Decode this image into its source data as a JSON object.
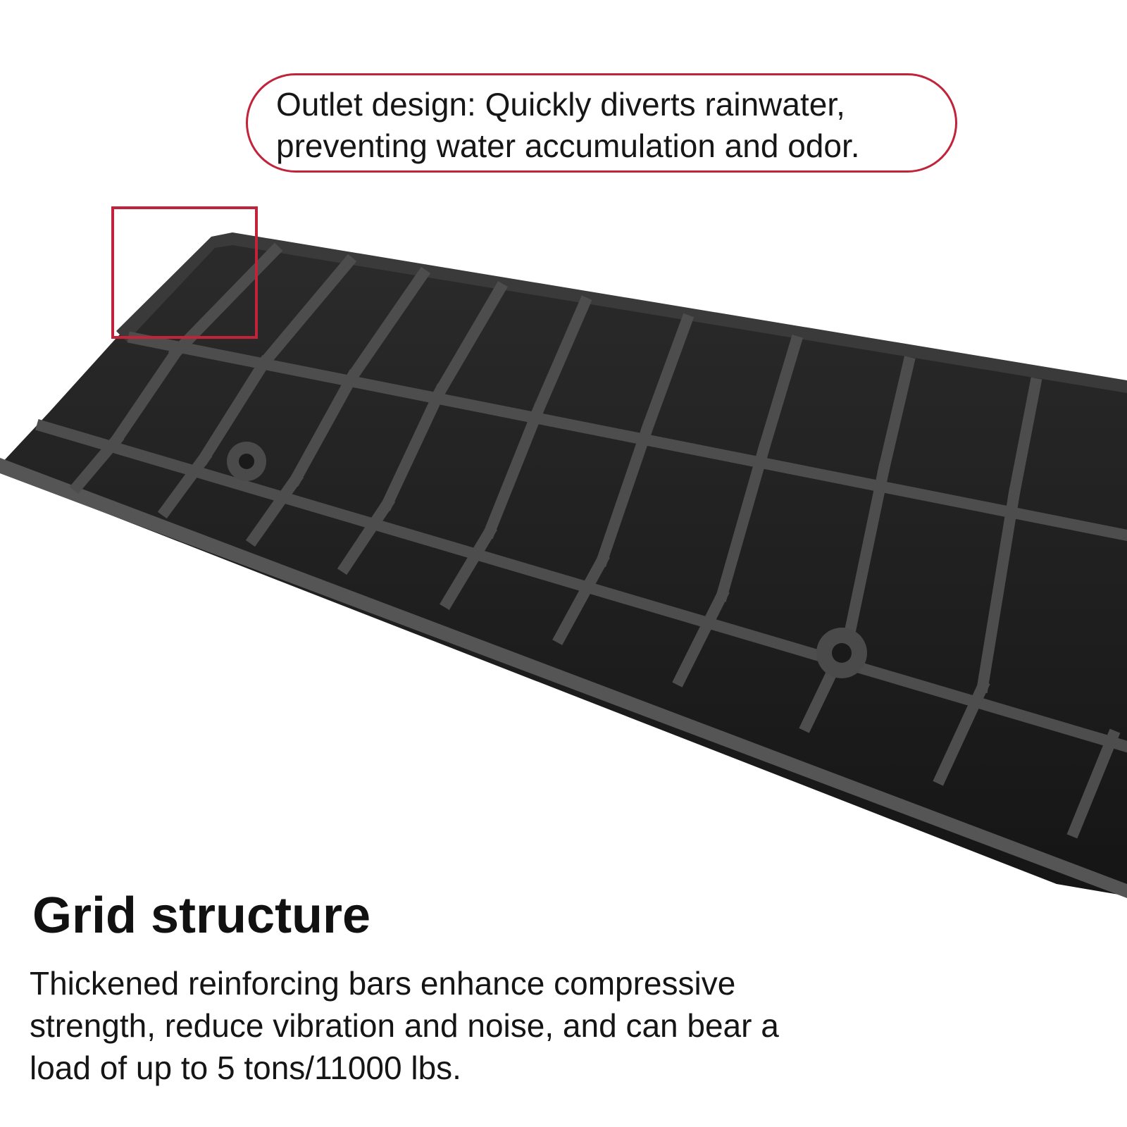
{
  "callout": {
    "text": "Outlet design: Quickly diverts rainwater,\npreventing water accumulation and odor."
  },
  "heading": "Grid structure",
  "description": "Thickened reinforcing bars enhance compressive\nstrength, reduce vibration and noise, and can bear a\nload of up to 5 tons/11000 lbs.",
  "product": {
    "icon": "grid-ramp-illustration"
  },
  "colors": {
    "accent": "#c0233a",
    "rubber": "#1a1a1a",
    "rib": "#4a4a4a"
  }
}
